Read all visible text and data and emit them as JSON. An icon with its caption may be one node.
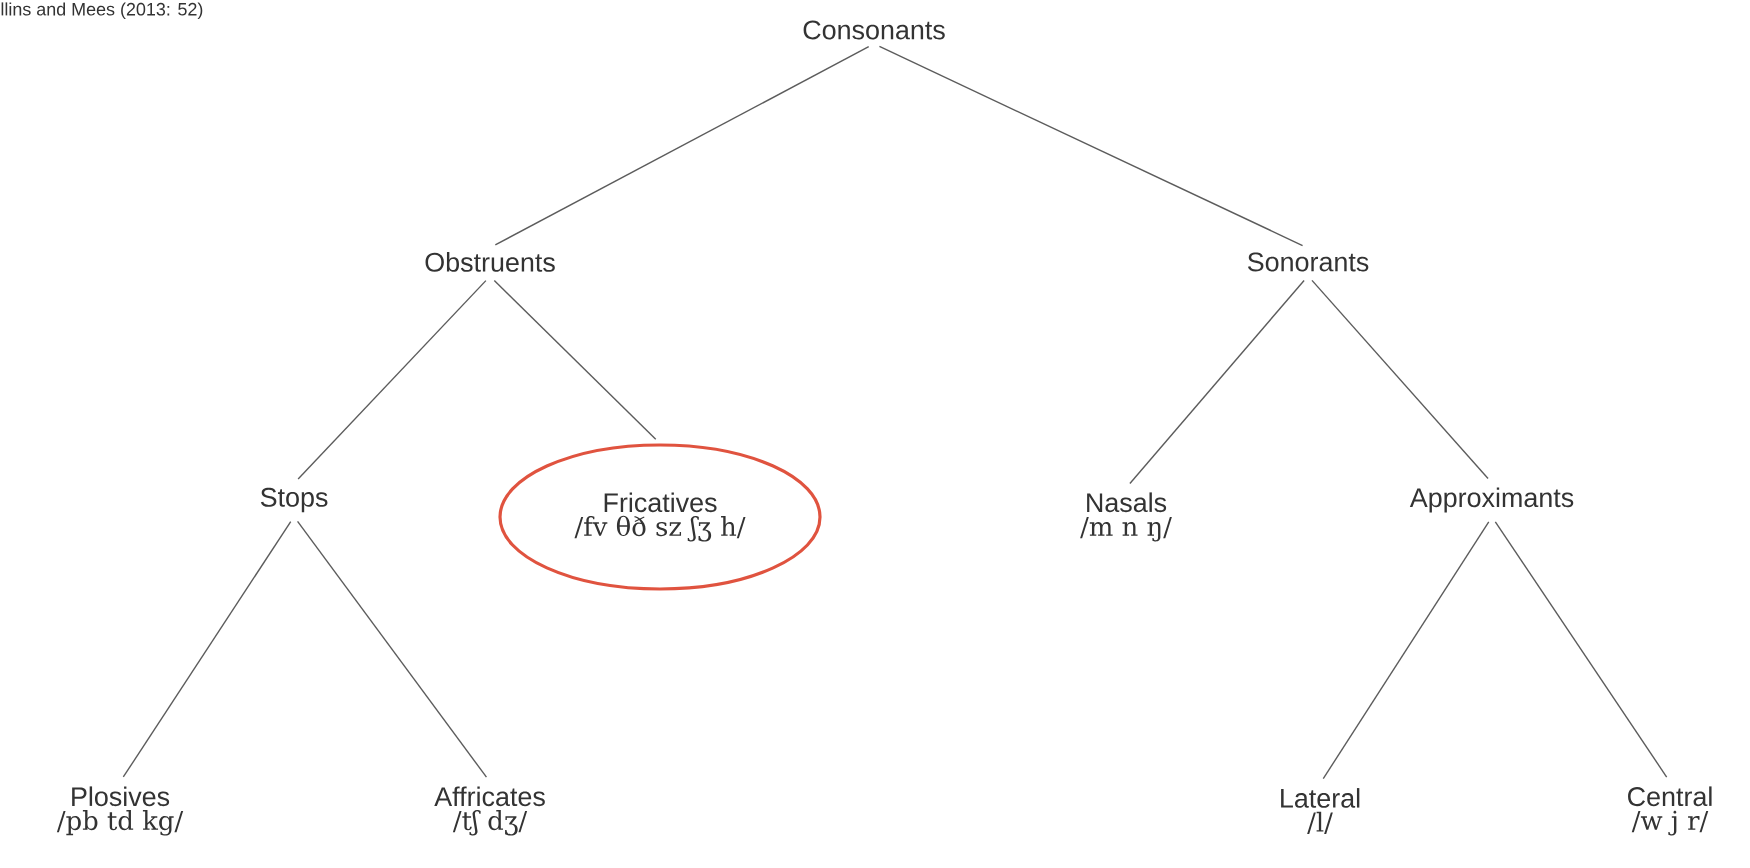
{
  "diagram": {
    "nodes": [
      {
        "text": [
          "Consonants"
        ]
      },
      {
        "text": [
          "Obstruents"
        ]
      },
      {
        "text": [
          "Sonorants"
        ]
      },
      {
        "text": [
          "Stops"
        ]
      },
      {
        "text": [
          "Fricatives",
          "/fv θð sz ʃʒ h/"
        ]
      },
      {
        "text": [
          "Nasals",
          "/m n ŋ/"
        ]
      },
      {
        "text": [
          "Approximants"
        ]
      },
      {
        "text": [
          "Plosives",
          "/pb td kg/"
        ]
      },
      {
        "text": [
          "Affricates",
          "/tʃ dʒ/"
        ]
      },
      {
        "text": [
          "Lateral",
          "/l/"
        ]
      },
      {
        "text": [
          "Central",
          "/w j r/"
        ]
      }
    ],
    "edges": [
      {
        "from": 0,
        "to": 1,
        "arrow": "none"
      },
      {
        "from": 0,
        "to": 2,
        "arrow": "none"
      },
      {
        "from": 1,
        "to": 3,
        "arrow": "none"
      },
      {
        "from": 1,
        "to": 4,
        "arrow": "none"
      },
      {
        "from": 2,
        "to": 5,
        "arrow": "none"
      },
      {
        "from": 2,
        "to": 6,
        "arrow": "none"
      },
      {
        "from": 3,
        "to": 7,
        "arrow": "none"
      },
      {
        "from": 3,
        "to": 8,
        "arrow": "none"
      },
      {
        "from": 6,
        "to": 9,
        "arrow": "none"
      },
      {
        "from": 6,
        "to": 10,
        "arrow": "none"
      }
    ],
    "labels": [
      "llins and Mees (2013: 52)"
    ]
  }
}
